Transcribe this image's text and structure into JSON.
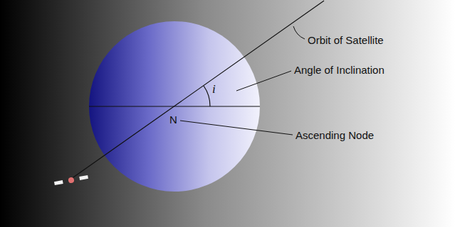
{
  "diagram": {
    "labels": [
      "Orbit of Satellite",
      "Angle of Inclination",
      "i",
      "N",
      "Ascending Node"
    ]
  }
}
